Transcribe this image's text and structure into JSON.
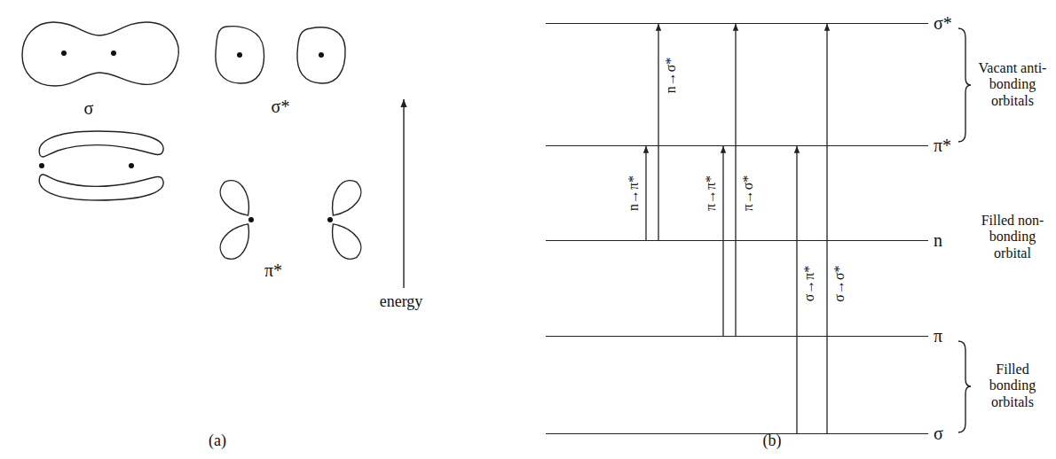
{
  "diagram": {
    "nodes": [
      {
        "text": [
          "σ*"
        ]
      },
      {
        "text": [
          "π*"
        ]
      },
      {
        "text": [
          "n"
        ]
      },
      {
        "text": [
          "π"
        ]
      },
      {
        "text": [
          "σ"
        ]
      }
    ],
    "edges": [
      {
        "from": 2,
        "to": 1,
        "arrow": "to",
        "label": "n→π*"
      },
      {
        "from": 2,
        "to": 0,
        "arrow": "to",
        "label": "n→σ*"
      },
      {
        "from": 3,
        "to": 1,
        "arrow": "to",
        "label": "π→π*"
      },
      {
        "from": 3,
        "to": 0,
        "arrow": "to",
        "label": "π→σ*"
      },
      {
        "from": 4,
        "to": 1,
        "arrow": "to",
        "label": "σ→π*"
      },
      {
        "from": 4,
        "to": 0,
        "arrow": "to",
        "label": "σ→σ*"
      }
    ],
    "labels": [
      "σ",
      "σ*",
      "π*",
      "energy",
      "(a)",
      "(b)",
      "Vacant anti-bonding orbitals",
      "Filled non-bonding orbital",
      "Filled bonding orbitals"
    ]
  }
}
